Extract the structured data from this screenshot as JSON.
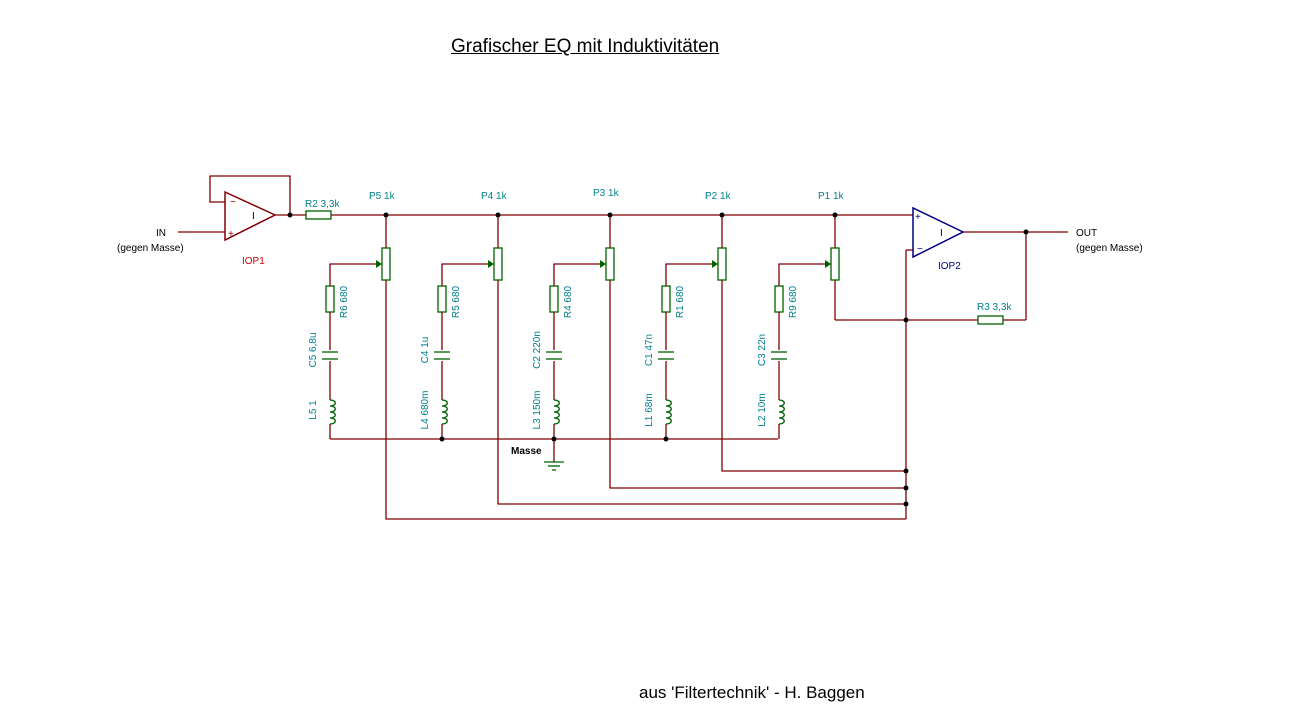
{
  "title": "Grafischer EQ mit Induktivitäten",
  "credit": "aus 'Filtertechnik' - H. Baggen",
  "input": {
    "label": "IN",
    "sub": "(gegen Masse)"
  },
  "output": {
    "label": "OUT",
    "sub": "(gegen Masse)"
  },
  "ground_label": "Masse",
  "opamps": [
    {
      "name": "IOP1",
      "color": "#800000",
      "label_color": "#cc0000",
      "symbol": "I"
    },
    {
      "name": "IOP2",
      "color": "#000080",
      "label_color": "#000080",
      "symbol": "I"
    }
  ],
  "resistor_r2": "R2 3,3k",
  "resistor_r3": "R3 3,3k",
  "bands": [
    {
      "pot": "P5 1k",
      "resistor": "R6 680",
      "capacitor": "C5 6,8u",
      "inductor": "L5 1"
    },
    {
      "pot": "P4 1k",
      "resistor": "R5 680",
      "capacitor": "C4 1u",
      "inductor": "L4 680m"
    },
    {
      "pot": "P3 1k",
      "resistor": "R4 680",
      "capacitor": "C2 220n",
      "inductor": "L3 150m"
    },
    {
      "pot": "P2 1k",
      "resistor": "R1 680",
      "capacitor": "C1 47n",
      "inductor": "L1 68m"
    },
    {
      "pot": "P1 1k",
      "resistor": "R9 680",
      "capacitor": "C3 22n",
      "inductor": "L2 10m"
    }
  ],
  "colors": {
    "wire": "#800000",
    "component": "#006000",
    "label": "#00808a"
  }
}
